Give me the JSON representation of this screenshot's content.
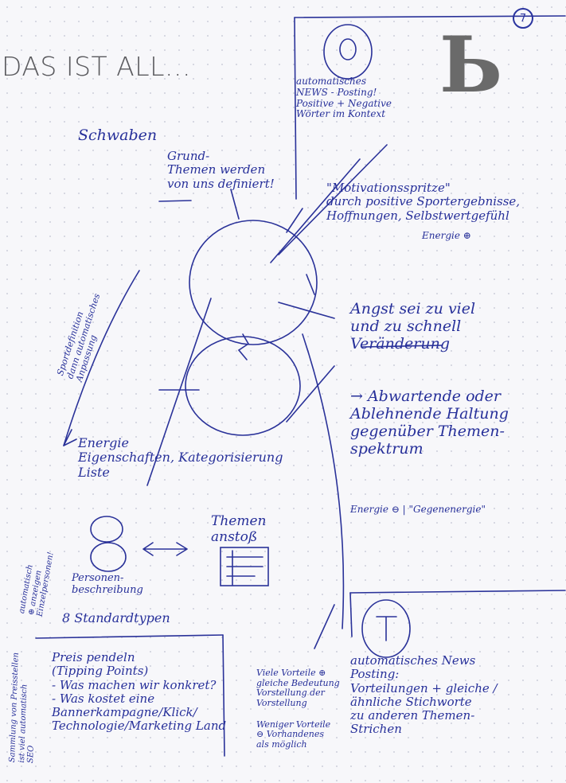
{
  "header": {
    "title": "DAS IST ALL...",
    "logo_glyph": "Ь",
    "page_number": "7"
  },
  "notes": {
    "top_right": [
      "automatisches",
      "NEWS - Posting!",
      "Positive + Negative",
      "Wörter im Kontext"
    ],
    "heading": "Schwaben",
    "themes": [
      "Grund-",
      "Themen werden",
      "von uns definiert!"
    ],
    "motivation": [
      "\"Motivationsspritze\"",
      "durch positive Sportergebnisse,",
      "Hoffnungen, Selbstwertgefühl"
    ],
    "energy_plus": "Energie ⊕",
    "fear": [
      "Angst sei zu viel",
      "und zu schnell",
      "Veränderung"
    ],
    "attitude": [
      "→ Abwartende oder",
      "Ablehnende Haltung",
      "gegenüber Themen-",
      "spektrum"
    ],
    "energy_minus": "Energie ⊖  | \"Gegenenergie\"",
    "vertical_left": [
      "Sportdefinition",
      "dann automatisches",
      "Anpassung"
    ],
    "properties": [
      "Energie",
      "Eigenschaften, Kategorisierung",
      "Liste"
    ],
    "themes_pitch": [
      "Themen",
      "anstoß"
    ],
    "persona": [
      "Personen-",
      "beschreibung"
    ],
    "standard_types": "8 Standardtypen",
    "vertical_persona": [
      "automatisch",
      "⊕ anzeigen",
      "Einzelpersonen!"
    ],
    "bottom_left": [
      "Preis pendeln",
      "(Tipping Points)",
      "- Was machen wir konkret?",
      "- Was kostet eine",
      "  Bannerkampagne/Klick/",
      "Technologie/Marketing Land"
    ],
    "vertical_bottom_left": [
      "Sammlung von Preisstellen",
      "ist viel automatisch",
      "SEO"
    ],
    "bottom_mid": [
      "Viele Vorteile ⊕",
      "gleiche Bedeutung",
      "Vorstellung der",
      "Vorstellung",
      "Weniger Vorteile",
      "⊖ Vorhandenes",
      "als möglich"
    ],
    "bottom_right": [
      "automatisches News",
      "Posting:",
      "Vorteilungen + gleiche /",
      "ähnliche Stichworte",
      "zu anderen Themen-",
      "Strichen"
    ]
  },
  "colors": {
    "ink": "#2a3299",
    "paper": "#f7f7fa",
    "title": "#5a5a5e"
  }
}
